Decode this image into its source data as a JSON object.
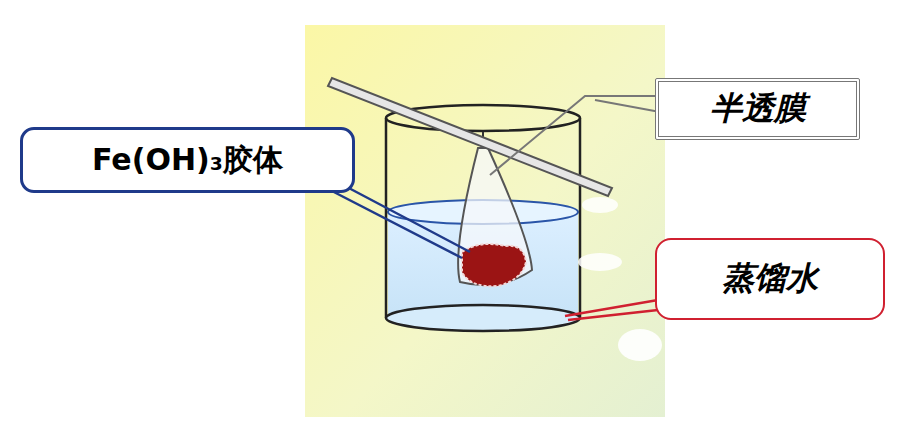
{
  "diagram": {
    "nodes": [
      {
        "text": [
          "Fe(OH)₃胶体"
        ]
      },
      {
        "text": [
          "半透膜"
        ]
      },
      {
        "text": [
          "蒸馏水"
        ]
      }
    ]
  }
}
